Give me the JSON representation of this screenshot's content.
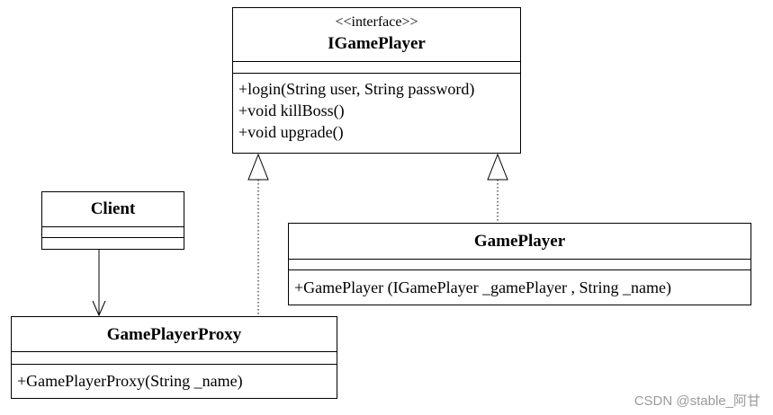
{
  "interface": {
    "stereotype": "<<interface>>",
    "name": "IGamePlayer",
    "methods": [
      "+login(String user, String password)",
      "+void killBoss()",
      "+void upgrade()"
    ]
  },
  "client": {
    "name": "Client"
  },
  "game_player": {
    "name": "GamePlayer",
    "methods": [
      "+GamePlayer (IGamePlayer _gamePlayer , String _name)"
    ]
  },
  "proxy": {
    "name": "GamePlayerProxy",
    "methods": [
      "+GamePlayerProxy(String _name)"
    ]
  },
  "relations": [
    {
      "from": "GamePlayerProxy",
      "to": "IGamePlayer",
      "kind": "realization"
    },
    {
      "from": "GamePlayer",
      "to": "IGamePlayer",
      "kind": "realization"
    },
    {
      "from": "Client",
      "to": "GamePlayerProxy",
      "kind": "association"
    }
  ],
  "watermark": "CSDN @stable_阿甘"
}
